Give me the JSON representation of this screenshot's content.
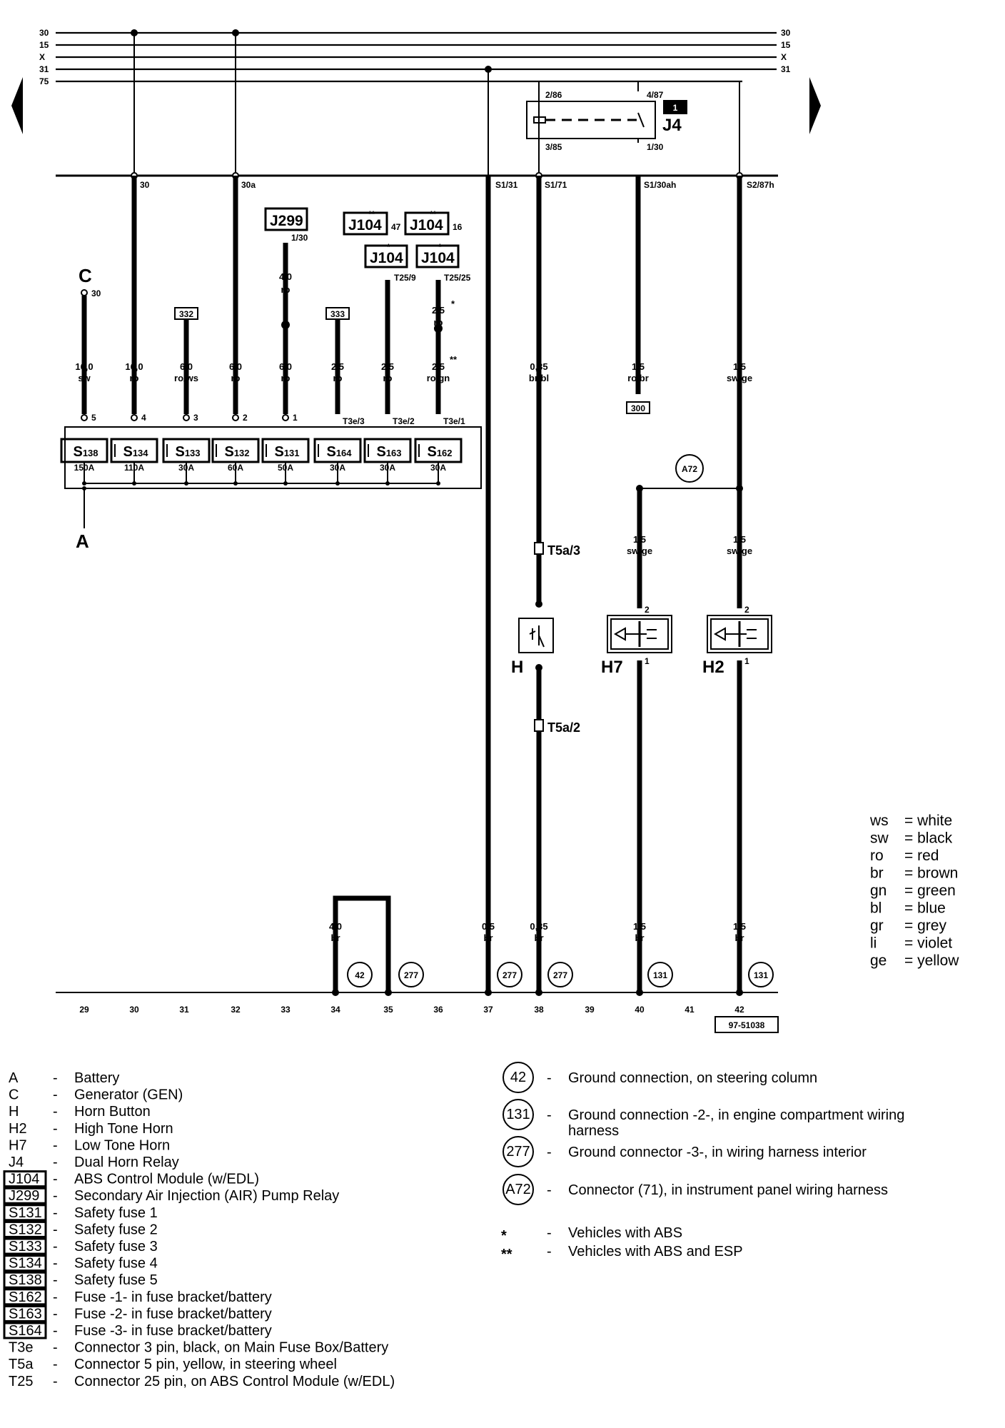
{
  "bus_labels": [
    "30",
    "15",
    "X",
    "31",
    "75"
  ],
  "main_terminals": [
    "30",
    "30a",
    "S1/31",
    "S1/71",
    "S1/30ah",
    "S2/87h"
  ],
  "relay": {
    "name": "J4",
    "badge": "1",
    "pins": [
      "2/86",
      "4/87",
      "3/85",
      "1/30"
    ]
  },
  "modules": {
    "j299": {
      "label": "J299",
      "pin": "1/30"
    },
    "j104_a": {
      "label": "J104",
      "mark": "**",
      "pin": "47"
    },
    "j104_b": {
      "label": "J104",
      "mark": "**",
      "pin": "16"
    },
    "j104_c": {
      "label": "J104",
      "mark": "*",
      "pin": "T25/9"
    },
    "j104_d": {
      "label": "J104",
      "mark": "*",
      "pin": "T25/25"
    }
  },
  "generator": {
    "label": "C",
    "pin": "30"
  },
  "wires": {
    "w1": {
      "gauge": "16,0",
      "color": "sw",
      "pin": "5"
    },
    "w2": {
      "gauge": "16,0",
      "color": "ro",
      "pin": "4"
    },
    "w3": {
      "gauge": "6,0",
      "color": "ro/ws",
      "pin": "3",
      "ref": "332"
    },
    "w4": {
      "gauge": "6,0",
      "color": "ro",
      "pin": "2"
    },
    "w5": {
      "gauge": "6,0",
      "color": "ro",
      "pin": "1",
      "upper_gauge": "4,0",
      "upper_color": "ro"
    },
    "w6": {
      "gauge": "2,5",
      "color": "ro",
      "pin": "T3e/3",
      "ref": "333"
    },
    "w7": {
      "gauge": "2,5",
      "color": "ro",
      "pin": "T3e/2"
    },
    "w8": {
      "gauge": "2,5",
      "color": "ro/gn",
      "pin": "T3e/1",
      "upper_gauge": "2,5",
      "upper_color": "ro",
      "mark1": "*",
      "mark2": "**"
    },
    "horn_button_wire": {
      "gauge": "0,35",
      "color": "br/bl"
    },
    "relay_out_wire": {
      "gauge": "1,5",
      "color": "ro/br",
      "ref": "300"
    },
    "high_tone_feed": {
      "gauge": "1,5",
      "color": "sw/ge"
    },
    "h7_feed": {
      "gauge": "1,5",
      "color": "sw/ge"
    },
    "h2_feed": {
      "gauge": "1,5",
      "color": "sw/ge"
    }
  },
  "fuses": [
    {
      "name": "S138",
      "rating": "150A"
    },
    {
      "name": "S134",
      "rating": "110A"
    },
    {
      "name": "S133",
      "rating": "30A"
    },
    {
      "name": "S132",
      "rating": "60A"
    },
    {
      "name": "S131",
      "rating": "50A"
    },
    {
      "name": "S164",
      "rating": "30A"
    },
    {
      "name": "S163",
      "rating": "30A"
    },
    {
      "name": "S162",
      "rating": "30A"
    }
  ],
  "battery_label": "A",
  "connector_a72": "A72",
  "horn_button": {
    "label": "H",
    "conn_top": "T5a/3",
    "conn_bottom": "T5a/2"
  },
  "h7": {
    "label": "H7",
    "pin_in": "2",
    "pin_out": "1"
  },
  "h2": {
    "label": "H2",
    "pin_in": "2",
    "pin_out": "1"
  },
  "grounds": {
    "loop": {
      "gauge": "4,0",
      "color": "br",
      "ref": "42",
      "ref2": "277"
    },
    "g37": {
      "gauge": "0,5",
      "color": "br",
      "ref": "277"
    },
    "g38": {
      "gauge": "0,35",
      "color": "br",
      "ref": "277"
    },
    "g40": {
      "gauge": "1,5",
      "color": "br",
      "ref": "131"
    },
    "g42": {
      "gauge": "1,5",
      "color": "br",
      "ref": "131"
    }
  },
  "position_numbers": [
    "29",
    "30",
    "31",
    "32",
    "33",
    "34",
    "35",
    "36",
    "37",
    "38",
    "39",
    "40",
    "41",
    "42"
  ],
  "diagram_id": "97-51038",
  "color_key": [
    {
      "code": "ws",
      "name": "= white"
    },
    {
      "code": "sw",
      "name": "= black"
    },
    {
      "code": "ro",
      "name": "= red"
    },
    {
      "code": "br",
      "name": "= brown"
    },
    {
      "code": "gn",
      "name": "= green"
    },
    {
      "code": "bl",
      "name": "= blue"
    },
    {
      "code": "gr",
      "name": "= grey"
    },
    {
      "code": "li",
      "name": "= violet"
    },
    {
      "code": "ge",
      "name": "= yellow"
    }
  ],
  "legend_left": [
    {
      "code": "A",
      "boxed": false,
      "desc": "Battery"
    },
    {
      "code": "C",
      "boxed": false,
      "desc": "Generator (GEN)"
    },
    {
      "code": "H",
      "boxed": false,
      "desc": "Horn Button"
    },
    {
      "code": "H2",
      "boxed": false,
      "desc": "High Tone Horn"
    },
    {
      "code": "H7",
      "boxed": false,
      "desc": "Low Tone Horn"
    },
    {
      "code": "J4",
      "boxed": false,
      "desc": "Dual Horn Relay"
    },
    {
      "code": "J104",
      "boxed": true,
      "desc": "ABS Control Module (w/EDL)"
    },
    {
      "code": "J299",
      "boxed": true,
      "desc": "Secondary Air Injection (AIR) Pump Relay"
    },
    {
      "code": "S131",
      "boxed": true,
      "desc": "Safety fuse 1"
    },
    {
      "code": "S132",
      "boxed": true,
      "desc": "Safety fuse 2"
    },
    {
      "code": "S133",
      "boxed": true,
      "desc": "Safety fuse 3"
    },
    {
      "code": "S134",
      "boxed": true,
      "desc": "Safety fuse 4"
    },
    {
      "code": "S138",
      "boxed": true,
      "desc": "Safety fuse 5"
    },
    {
      "code": "S162",
      "boxed": true,
      "desc": "Fuse -1- in fuse bracket/battery"
    },
    {
      "code": "S163",
      "boxed": true,
      "desc": "Fuse -2- in fuse bracket/battery"
    },
    {
      "code": "S164",
      "boxed": true,
      "desc": "Fuse -3- in fuse bracket/battery"
    },
    {
      "code": "T3e",
      "boxed": false,
      "desc": "Connector 3 pin, black, on Main Fuse Box/Battery"
    },
    {
      "code": "T5a",
      "boxed": false,
      "desc": "Connector 5 pin, yellow, in steering wheel"
    },
    {
      "code": "T25",
      "boxed": false,
      "desc": "Connector 25 pin, on ABS Control Module (w/EDL)"
    }
  ],
  "legend_right": [
    {
      "code": "42",
      "desc": "Ground connection, on steering column",
      "desc2": ""
    },
    {
      "code": "131",
      "desc": "Ground connection -2-, in engine compartment wiring",
      "desc2": "harness"
    },
    {
      "code": "277",
      "desc": "Ground connector -3-, in wiring harness interior",
      "desc2": ""
    },
    {
      "code": "A72",
      "desc": "Connector (71), in instrument panel wiring harness",
      "desc2": ""
    }
  ],
  "legend_notes": [
    {
      "mark": "*",
      "desc": "Vehicles with ABS"
    },
    {
      "mark": "**",
      "desc": "Vehicles with ABS and ESP"
    }
  ],
  "dash": "-"
}
